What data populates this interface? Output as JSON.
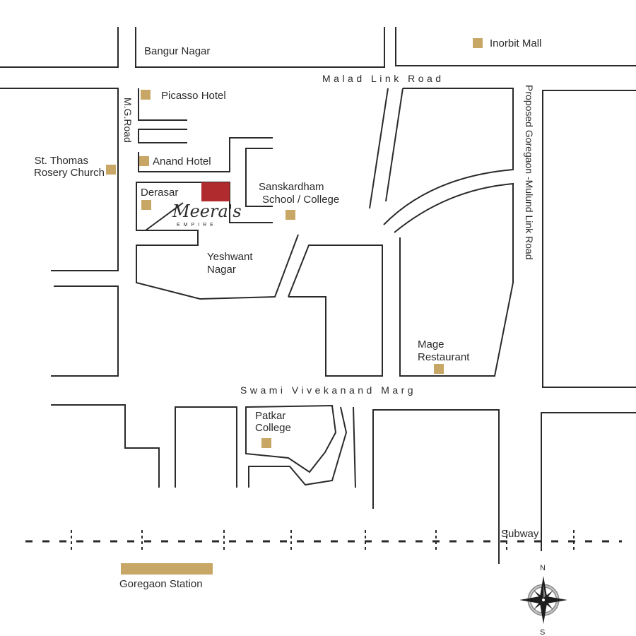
{
  "colors": {
    "landmark": "#c8a766",
    "project": "#b02b2e",
    "station": "#c8a766",
    "lines": "#2a2a2a",
    "text": "#2b2b2b"
  },
  "project": {
    "logo_script": "Meera's",
    "logo_sub": "EMPIRE"
  },
  "roads": {
    "malad_link": "Malad Link Road",
    "swami": "Swami Vivekanand Marg",
    "mg_road": "M.G.Road",
    "proposed_link": "Proposed Goregaon -Mulund Link Road"
  },
  "places": {
    "bangur": "Bangur Nagar",
    "yeshwant_1": "Yeshwant",
    "yeshwant_2": "Nagar",
    "subway": "Subway"
  },
  "landmarks": {
    "inorbit": "Inorbit Mall",
    "picasso": "Picasso Hotel",
    "anand": "Anand Hotel",
    "st_thomas_1": "St. Thomas",
    "st_thomas_2": "Rosery Church",
    "derasar": "Derasar",
    "sanskardham_1": "Sanskardham",
    "sanskardham_2": "School / College",
    "mage_1": "Mage",
    "mage_2": "Restaurant",
    "patkar_1": "Patkar",
    "patkar_2": "College",
    "station": "Goregaon Station"
  },
  "compass": {
    "north": "N",
    "south": "S"
  },
  "icons": {
    "compass": "compass-rose-icon",
    "landmark": "square-marker-icon",
    "railway": "dashed-railway-line"
  }
}
